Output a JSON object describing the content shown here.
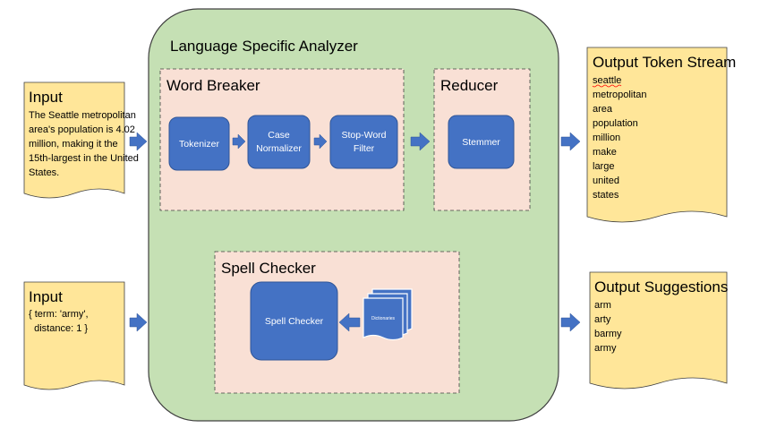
{
  "analyzer": {
    "title": "Language Specific Analyzer",
    "word_breaker": {
      "title": "Word Breaker",
      "tokenizer": "Tokenizer",
      "case_normalizer": [
        "Case",
        "Normalizer"
      ],
      "stop_word_filter": [
        "Stop-Word",
        "Filter"
      ]
    },
    "reducer": {
      "title": "Reducer",
      "stemmer": "Stemmer"
    },
    "spell_checker": {
      "title": "Spell Checker",
      "node": "Spell Checker",
      "dictionaries": "Dictionaries"
    }
  },
  "input_text": {
    "title": "Input",
    "lines": [
      "The Seattle metropolitan",
      "area's population is 4.02",
      "million, making it the",
      "15th-largest in the United",
      "States."
    ]
  },
  "input_query": {
    "title": "Input",
    "lines": [
      "{ term: 'army',",
      "  distance: 1 }"
    ]
  },
  "output_tokens": {
    "title": "Output Token Stream",
    "tokens": [
      "seattle",
      "metropolitan",
      "area",
      "population",
      "million",
      "make",
      "large",
      "united",
      "states"
    ]
  },
  "output_suggestions": {
    "title": "Output Suggestions",
    "items": [
      "arm",
      "arty",
      "barmy",
      "army"
    ]
  },
  "colors": {
    "analyzer_fill": "#c5e0b4",
    "analyzer_stroke": "#404040",
    "section_fill": "#f9e0d5",
    "doc_fill": "#ffe699",
    "doc_stroke": "#404040",
    "node_fill": "#4472c4",
    "node_stroke": "#2f5597",
    "arrow": "#4472c4",
    "spell_underline": "#ff0000"
  }
}
